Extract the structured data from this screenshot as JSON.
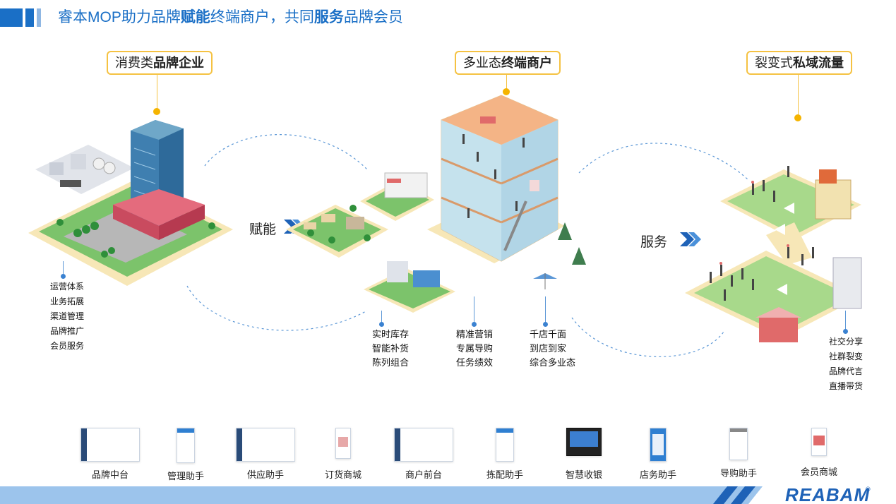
{
  "header": {
    "title_parts": [
      {
        "text": "睿本MOP助力品牌",
        "bold": false
      },
      {
        "text": "赋能",
        "bold": true
      },
      {
        "text": "终端商户，共同",
        "bold": false
      },
      {
        "text": "服务",
        "bold": true
      },
      {
        "text": "品牌会员",
        "bold": false
      }
    ]
  },
  "labels": {
    "brand": {
      "prefix": "消费类",
      "bold": "品牌企业"
    },
    "merchant": {
      "prefix": "多业态",
      "bold": "终端商户"
    },
    "traffic": {
      "prefix": "裂变式",
      "bold": "私域流量"
    }
  },
  "flows": {
    "empower": "赋能",
    "serve": "服务"
  },
  "features": {
    "brand": [
      "运营体系",
      "业务拓展",
      "渠道管理",
      "品牌推广",
      "会员服务"
    ],
    "inventory": [
      "实时库存",
      "智能补货",
      "陈列组合"
    ],
    "marketing": [
      "精准营销",
      "专属导购",
      "任务绩效"
    ],
    "stores": [
      "千店千面",
      "到店到家",
      "综合多业态"
    ],
    "social": [
      "社交分享",
      "社群裂变",
      "品牌代言",
      "直播带货"
    ]
  },
  "products": [
    {
      "label": "品牌中台"
    },
    {
      "label": "管理助手"
    },
    {
      "label": "供应助手"
    },
    {
      "label": "订货商城"
    },
    {
      "label": "商户前台"
    },
    {
      "label": "拣配助手"
    },
    {
      "label": "智慧收银"
    },
    {
      "label": "店务助手"
    },
    {
      "label": "导购助手"
    },
    {
      "label": "会员商城"
    }
  ],
  "footer": {
    "logo": "REABAM",
    "logo_mark": "®"
  },
  "colors": {
    "brand_blue": "#1a6fc6",
    "accent_yellow": "#f5c242",
    "footer_blue": "#9cc4ec"
  }
}
